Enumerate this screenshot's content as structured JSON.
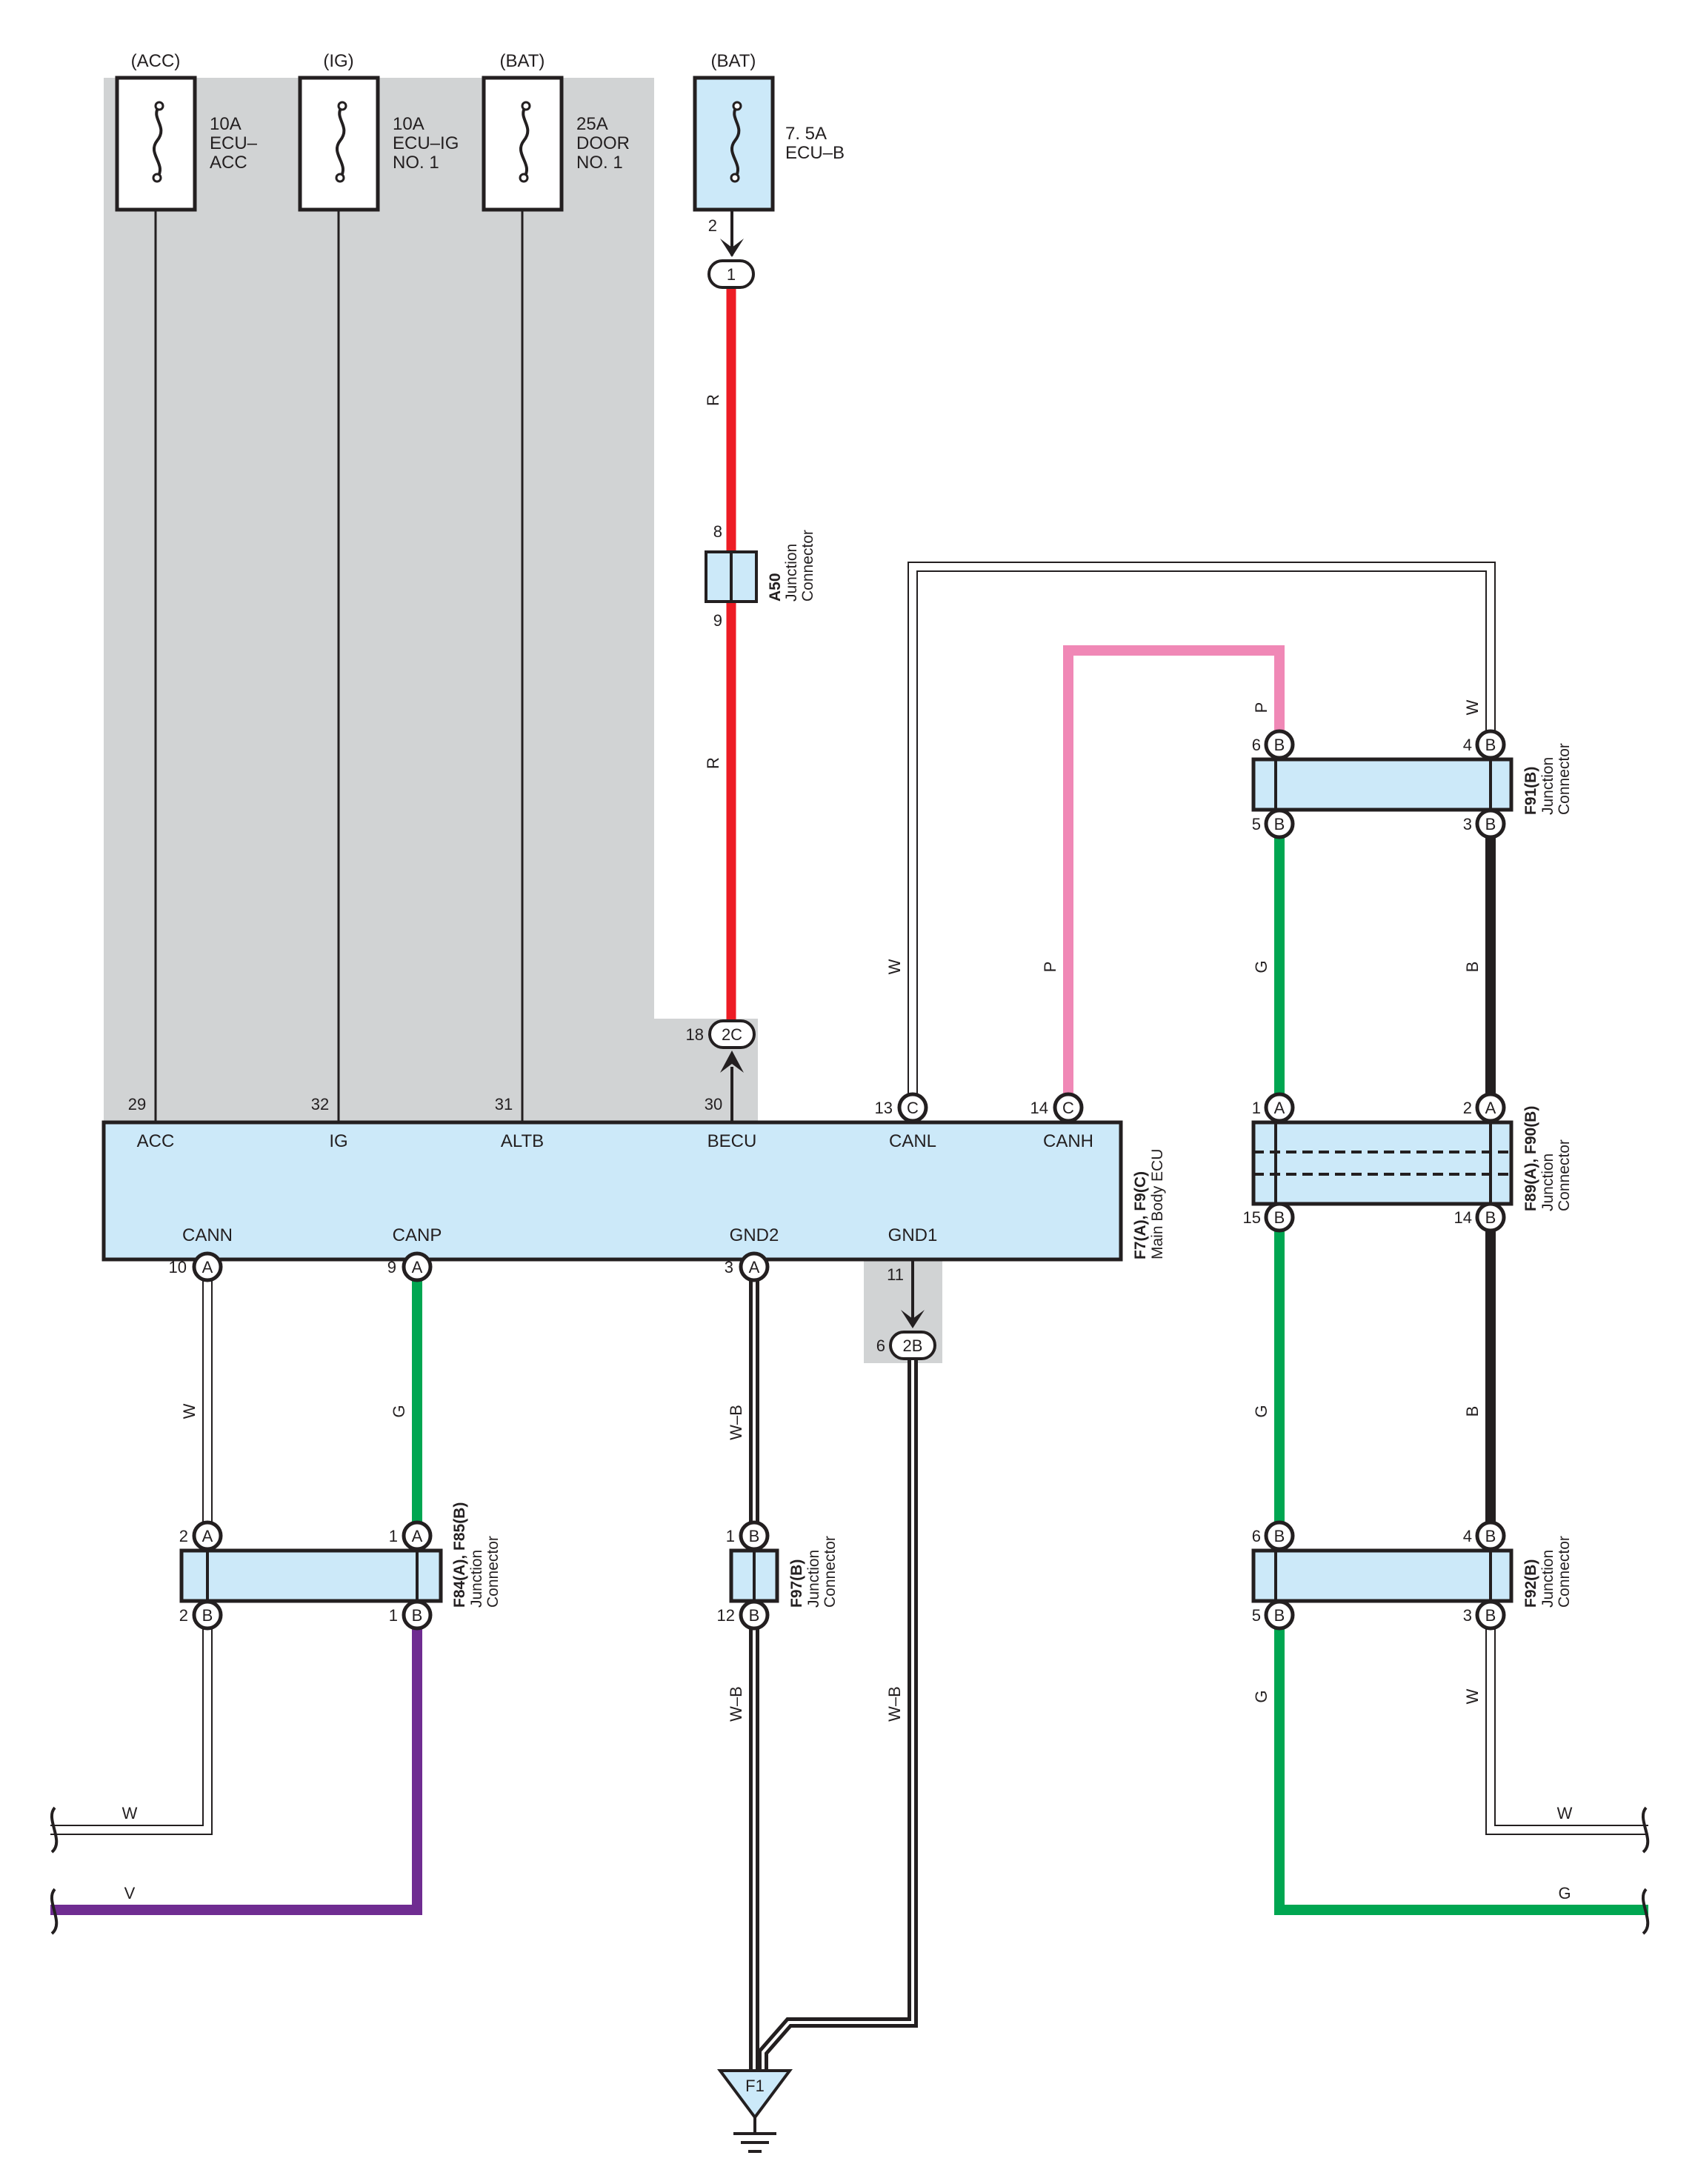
{
  "fuses": [
    {
      "source": "(ACC)",
      "rating": "10A",
      "name1": "ECU–",
      "name2": "ACC"
    },
    {
      "source": "(IG)",
      "rating": "10A",
      "name1": "ECU–IG",
      "name2": "NO. 1"
    },
    {
      "source": "(BAT)",
      "rating": "25A",
      "name1": "DOOR",
      "name2": "NO. 1"
    },
    {
      "source": "(BAT)",
      "rating": "7. 5A",
      "name1": "ECU–B",
      "name2": ""
    }
  ],
  "ecu": {
    "id": "F7(A), F9(C)",
    "name": "Main Body ECU",
    "top_pins": [
      {
        "num": "29",
        "label": "ACC",
        "conn": ""
      },
      {
        "num": "32",
        "label": "IG",
        "conn": ""
      },
      {
        "num": "31",
        "label": "ALTB",
        "conn": ""
      },
      {
        "num": "30",
        "label": "BECU",
        "conn": ""
      },
      {
        "num": "13",
        "label": "CANL",
        "conn": "C"
      },
      {
        "num": "14",
        "label": "CANH",
        "conn": "C"
      }
    ],
    "bottom_pins": [
      {
        "num": "10",
        "label": "CANN",
        "conn": "A"
      },
      {
        "num": "9",
        "label": "CANP",
        "conn": "A"
      },
      {
        "num": "3",
        "label": "GND2",
        "conn": "A"
      },
      {
        "num": "11",
        "label": "GND1",
        "conn": ""
      }
    ]
  },
  "connectors": {
    "a50": {
      "id": "A50",
      "l1": "Junction",
      "l2": "Connector",
      "pin_top": "8",
      "pin_bottom": "9"
    },
    "f91": {
      "id": "F91(B)",
      "l1": "Junction",
      "l2": "Connector",
      "pins": [
        "6",
        "4",
        "5",
        "3"
      ],
      "conn": "B"
    },
    "f89": {
      "id": "F89(A), F90(B)",
      "l1": "Junction",
      "l2": "Connector",
      "pins": [
        "1",
        "2",
        "15",
        "14"
      ],
      "conn_top": "A",
      "conn_bottom": "B"
    },
    "f92": {
      "id": "F92(B)",
      "l1": "Junction",
      "l2": "Connector",
      "pins": [
        "6",
        "4",
        "5",
        "3"
      ],
      "conn": "B"
    },
    "f84": {
      "id": "F84(A), F85(B)",
      "l1": "Junction",
      "l2": "Connector",
      "pins": [
        "2",
        "1",
        "2",
        "1"
      ],
      "conn_top": "A",
      "conn_bottom": "B"
    },
    "f97": {
      "id": "F97(B)",
      "l1": "Junction",
      "l2": "Connector",
      "pins": [
        "1",
        "12"
      ],
      "conn": "B"
    }
  },
  "splices": [
    {
      "pin": "2",
      "label": "1"
    },
    {
      "pin": "18",
      "label": "2C"
    },
    {
      "pin": "6",
      "label": "2B"
    }
  ],
  "wires": {
    "red": "R",
    "white": "W",
    "pink": "P",
    "green": "G",
    "black": "B",
    "white_black": "W–B",
    "violet": "V"
  },
  "ground": "F1",
  "colors": {
    "red": "#ed1c24",
    "pink": "#f088b6",
    "green": "#00a651",
    "black": "#231f20",
    "violet": "#6f2c91",
    "component": "#cce9f9",
    "shade": "#d1d3d4"
  }
}
